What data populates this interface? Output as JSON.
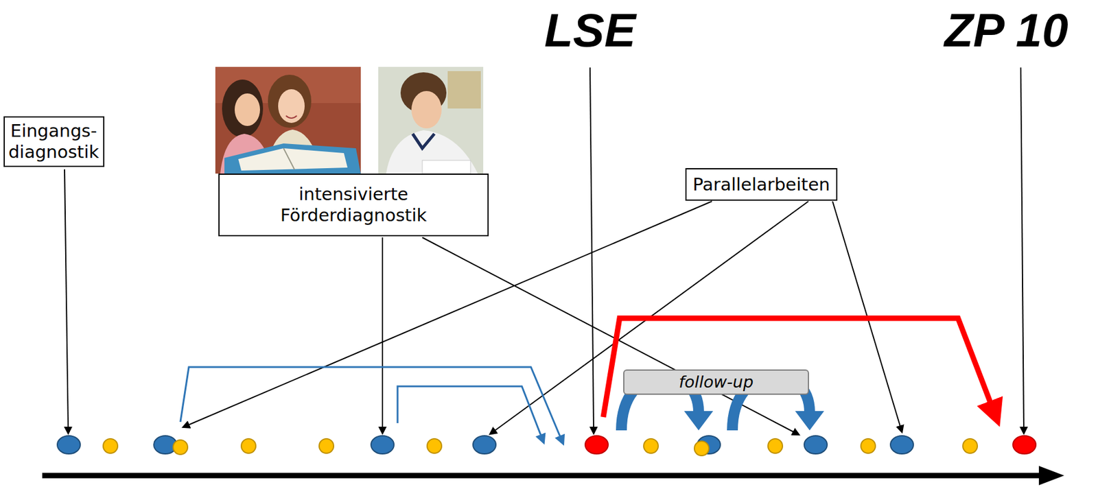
{
  "diagram": {
    "nodes": [
      {
        "text": [
          "Eingangs- diagnostik"
        ]
      },
      {
        "text": [
          "intensivierte Förderdiagnostik"
        ]
      },
      {
        "text": [
          "Parallelarbeiten"
        ]
      },
      {
        "text": [
          "follow-up"
        ]
      }
    ],
    "labels": [
      "LSE",
      "ZP 10"
    ]
  }
}
